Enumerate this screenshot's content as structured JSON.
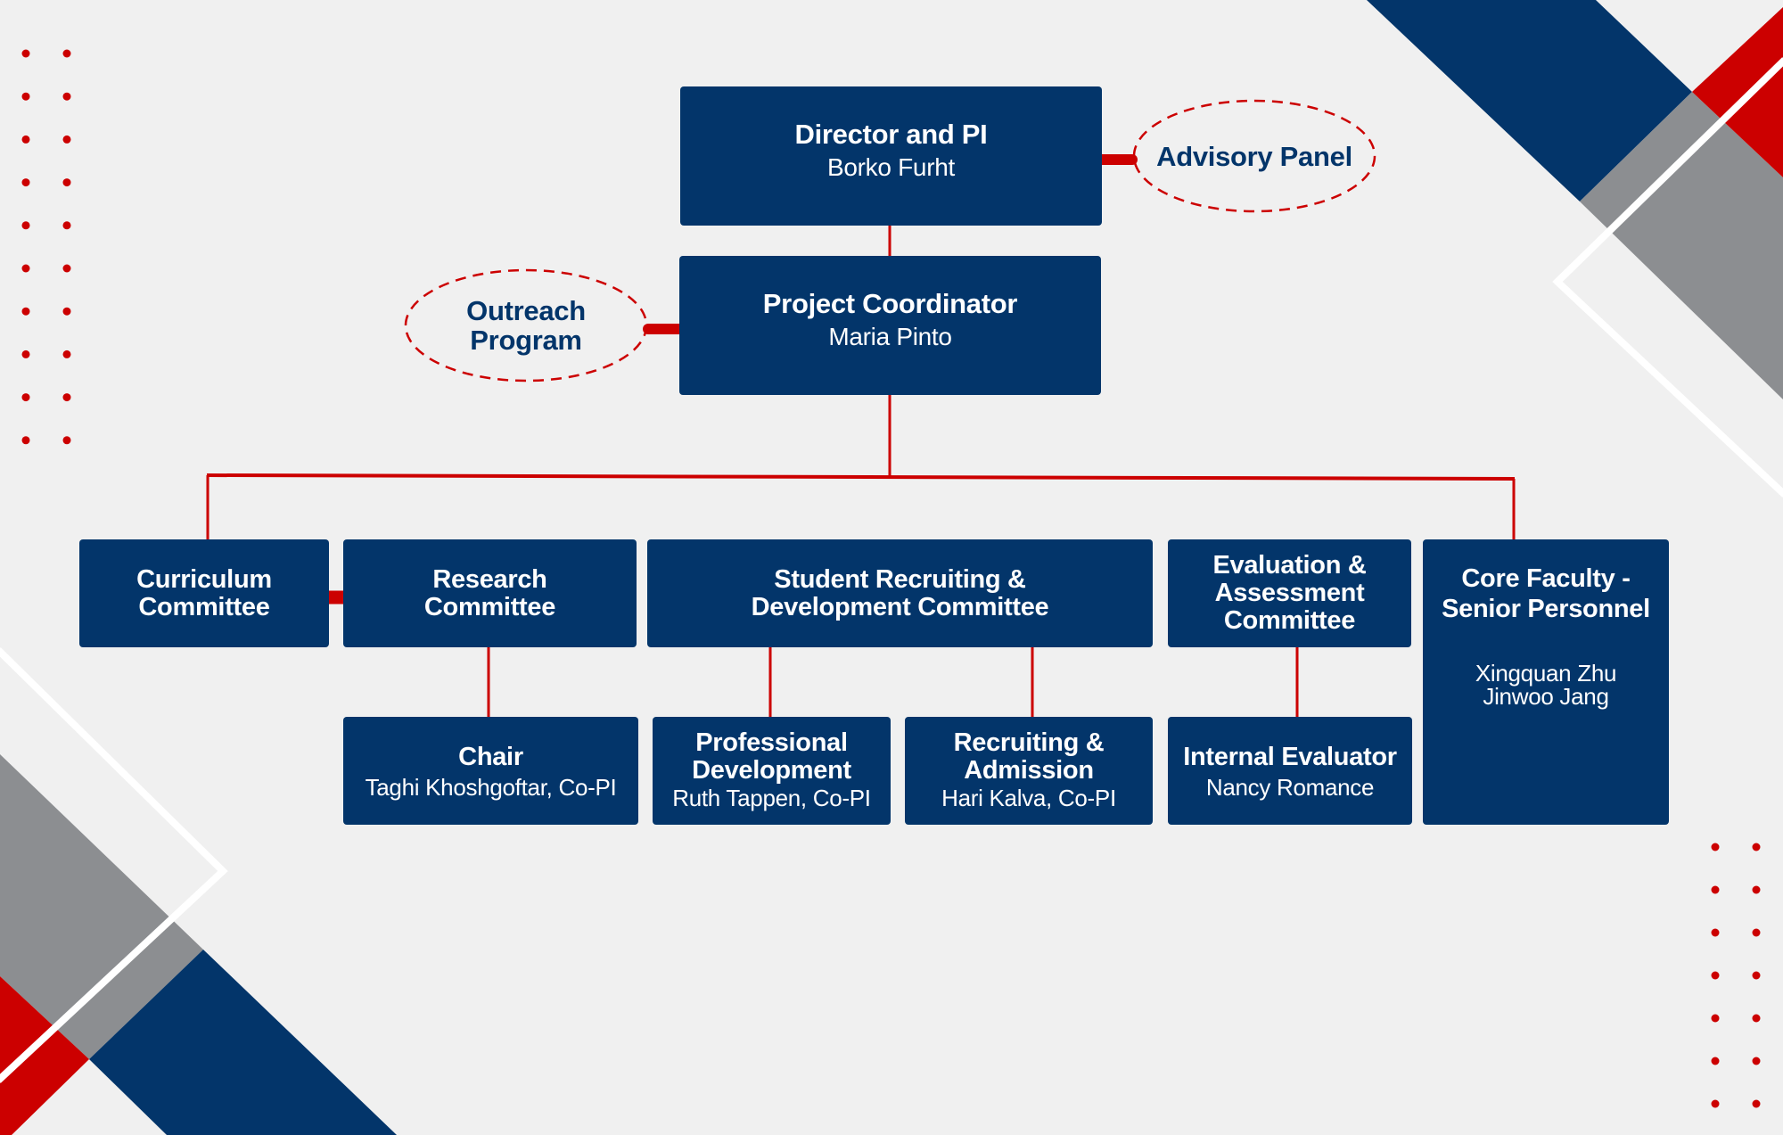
{
  "colors": {
    "background": "#f0f0f0",
    "navy": "#03356a",
    "red": "#cc0000",
    "gray": "#8c8e91",
    "white": "#ffffff"
  },
  "chart": {
    "director": {
      "title": "Director and PI",
      "name": "Borko Furht"
    },
    "advisory": {
      "label": "Advisory Panel"
    },
    "coordinator": {
      "title": "Project Coordinator",
      "name": "Maria Pinto"
    },
    "outreach": {
      "label_line1": "Outreach",
      "label_line2": "Program"
    },
    "committees": [
      {
        "title_line1": "Curriculum",
        "title_line2": "Committee"
      },
      {
        "title_line1": "Research",
        "title_line2": "Committee"
      },
      {
        "title_line1": "Student Recruiting &",
        "title_line2": "Development Committee"
      },
      {
        "title_line1": "Evaluation &",
        "title_line2": "Assessment",
        "title_line3": "Committee"
      },
      {
        "title_line1": "Core Faculty -",
        "title_line2": "Senior Personnel",
        "names": [
          "Xingquan Zhu",
          "Jinwoo Jang"
        ]
      }
    ],
    "sub_units": [
      {
        "title": "Chair",
        "name": "Taghi Khoshgoftar, Co-PI"
      },
      {
        "title_line1": "Professional",
        "title_line2": "Development",
        "name": "Ruth Tappen, Co-PI"
      },
      {
        "title_line1": "Recruiting &",
        "title_line2": "Admission",
        "name": "Hari Kalva, Co-PI"
      },
      {
        "title": "Internal Evaluator",
        "name": "Nancy Romance"
      }
    ]
  },
  "decorations": {
    "dot_grid_top_left": {
      "columns": 2,
      "rows": 10
    },
    "dot_grid_bottom_right": {
      "columns": 2,
      "rows": 7
    }
  }
}
